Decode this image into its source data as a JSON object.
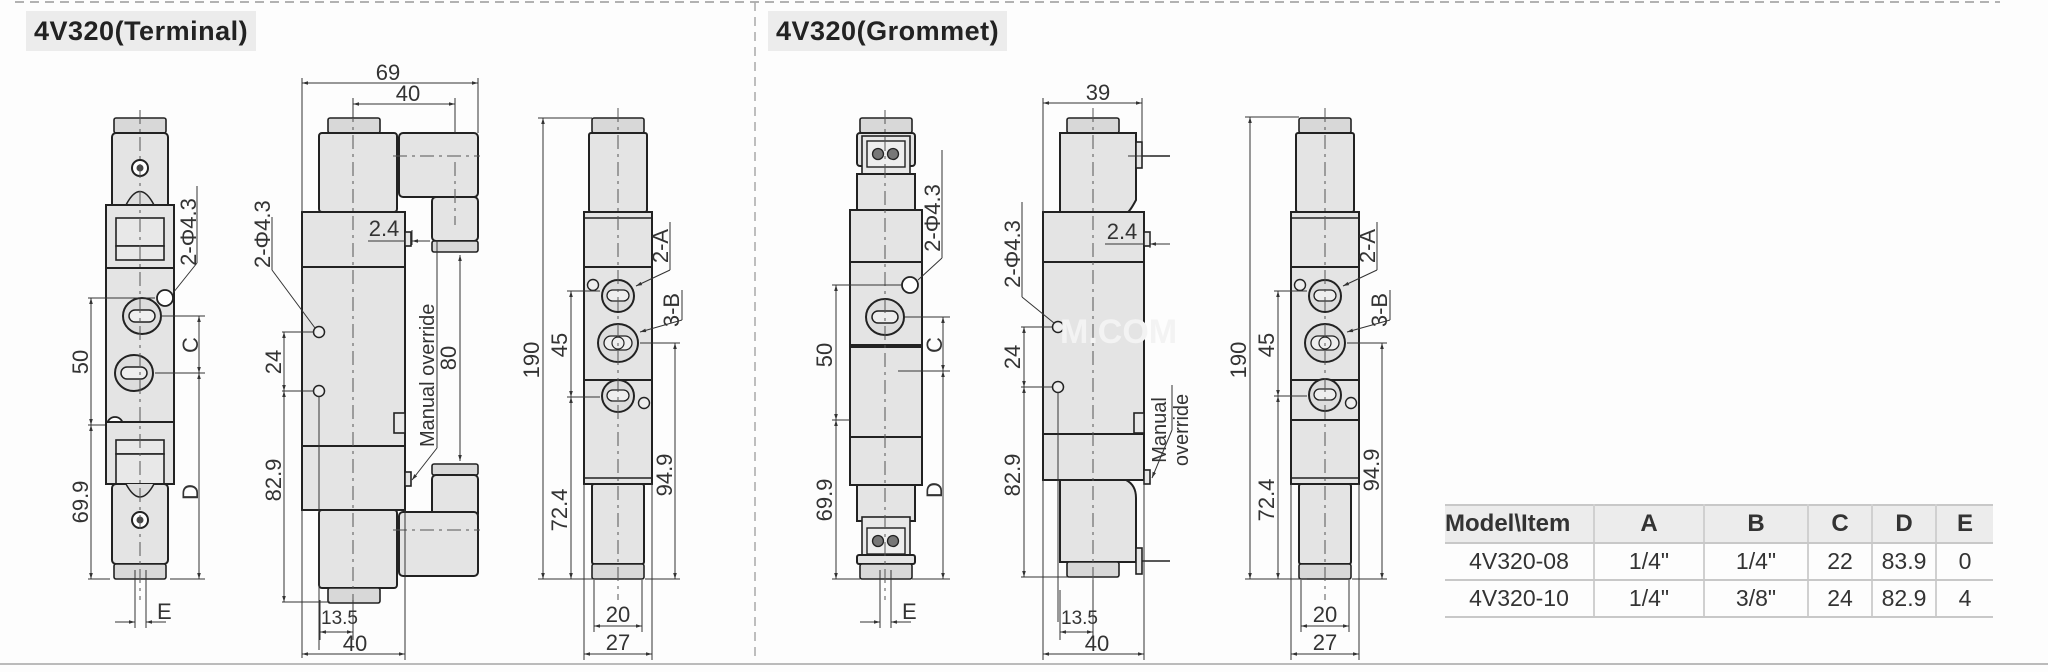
{
  "sections": {
    "terminal": {
      "title": "4V320(Terminal)"
    },
    "grommet": {
      "title": "4V320(Grommet)"
    }
  },
  "watermark": "M.COM",
  "views": {
    "terminal_front": {
      "hole_label": "2-Φ4.3",
      "dims": {
        "v50": "50",
        "v69_9": "69.9",
        "c": "C",
        "d": "D",
        "e": "E"
      }
    },
    "terminal_side": {
      "dims": {
        "w69": "69",
        "w40_top": "40",
        "d2_4": "2.4",
        "hole_label": "2-Φ4.3",
        "v24": "24",
        "v82_9": "82.9",
        "v80": "80",
        "manual_override": "Manual override",
        "w13_5": "13.5",
        "w40_bottom": "40"
      }
    },
    "terminal_port": {
      "dims": {
        "v190": "190",
        "v45": "45",
        "v72_4": "72.4",
        "v94_9": "94.9",
        "port_a": "2-A",
        "port_b": "3-B",
        "w20": "20",
        "w27": "27"
      }
    },
    "grommet_front": {
      "hole_label": "2-Φ4.3",
      "dims": {
        "v50": "50",
        "v69_9": "69.9",
        "c": "C",
        "d": "D",
        "e": "E"
      }
    },
    "grommet_side": {
      "dims": {
        "w39": "39",
        "d2_4": "2.4",
        "hole_label": "2-Φ4.3",
        "v24": "24",
        "v82_9": "82.9",
        "manual": "Manual",
        "override": "override",
        "w13_5": "13.5",
        "w40_bottom": "40"
      }
    },
    "grommet_port": {
      "dims": {
        "v190": "190",
        "v45": "45",
        "v72_4": "72.4",
        "v94_9": "94.9",
        "port_a": "2-A",
        "port_b": "3-B",
        "w20": "20",
        "w27": "27"
      }
    }
  },
  "spec_table": {
    "headers": [
      "Model\\Item",
      "A",
      "B",
      "C",
      "D",
      "E"
    ],
    "rows": [
      [
        "4V320-08",
        "1/4\"",
        "1/4\"",
        "22",
        "83.9",
        "0"
      ],
      [
        "4V320-10",
        "1/4\"",
        "3/8\"",
        "24",
        "82.9",
        "4"
      ]
    ]
  },
  "colors": {
    "background": "#fdfdfd",
    "part_fill": "#e4e4e4",
    "line": "#222222",
    "title_bg": "#ececec"
  }
}
